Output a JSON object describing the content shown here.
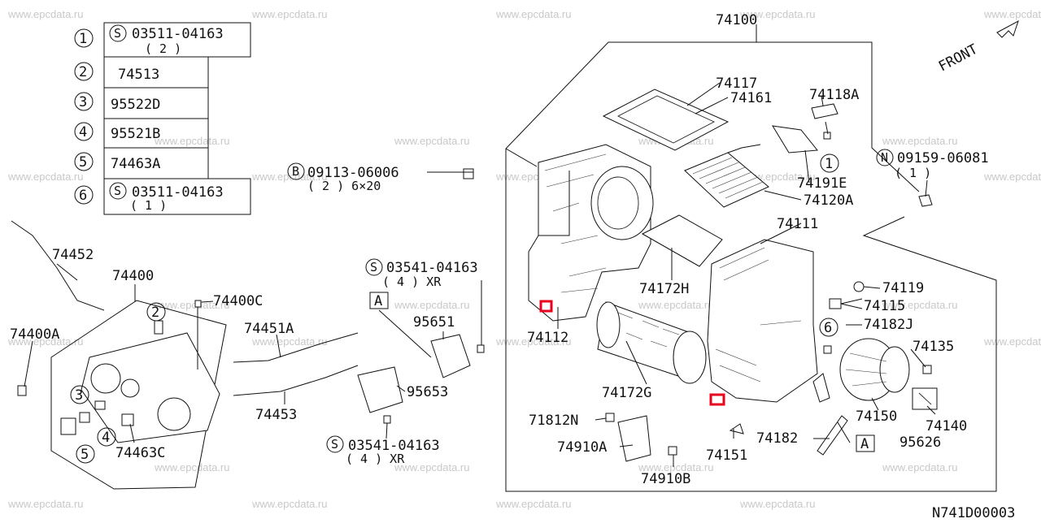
{
  "watermark": "www.epcdata.ru",
  "diagram_id": "N741D00003",
  "front_label": "FRONT",
  "legend": [
    {
      "num": "1",
      "prefix": "S",
      "part": "03511-04163",
      "qty": "( 2 )"
    },
    {
      "num": "2",
      "prefix": "",
      "part": "74513",
      "qty": ""
    },
    {
      "num": "3",
      "prefix": "",
      "part": "95522D",
      "qty": ""
    },
    {
      "num": "4",
      "prefix": "",
      "part": "95521B",
      "qty": ""
    },
    {
      "num": "5",
      "prefix": "",
      "part": "74463A",
      "qty": ""
    },
    {
      "num": "6",
      "prefix": "S",
      "part": "03511-04163",
      "qty": "( 1 )"
    }
  ],
  "labels": {
    "p74100": "74100",
    "p74117": "74117",
    "p74161": "74161",
    "p74118A": "74118A",
    "p74191E": "74191E",
    "p74120A": "74120A",
    "p74111": "74111",
    "p74172H": "74172H",
    "p74112": "74112",
    "p74172G": "74172G",
    "p74119": "74119",
    "p74115": "74115",
    "p74182J": "74182J",
    "p74135": "74135",
    "p74150": "74150",
    "p74140": "74140",
    "p95626": "95626",
    "p74182": "74182",
    "p74151": "74151",
    "p71812N": "71812N",
    "p74910A": "74910A",
    "p74910B": "74910B",
    "p74452": "74452",
    "p74400": "74400",
    "p74400C": "74400C",
    "p74400A": "74400A",
    "p74463C": "74463C",
    "p74451A": "74451A",
    "p74453": "74453",
    "p95651": "95651",
    "p95653": "95653",
    "bolt_b": "09113-06006",
    "bolt_b_sub": "( 2 ) 6×20",
    "nut_n": "09159-06081",
    "nut_n_sub": "( 1 )",
    "screw_s1": "03541-04163",
    "screw_s1_sub": "( 4 ) XR",
    "screw_s2": "03541-04163",
    "screw_s2_sub": "( 4 ) XR",
    "prefix_s": "S",
    "prefix_b": "B",
    "prefix_n": "N",
    "ref_a": "A",
    "c1": "1",
    "c2": "2",
    "c3": "3",
    "c4": "4",
    "c5": "5",
    "c6": "6"
  },
  "highlight_color": "#e8001c"
}
